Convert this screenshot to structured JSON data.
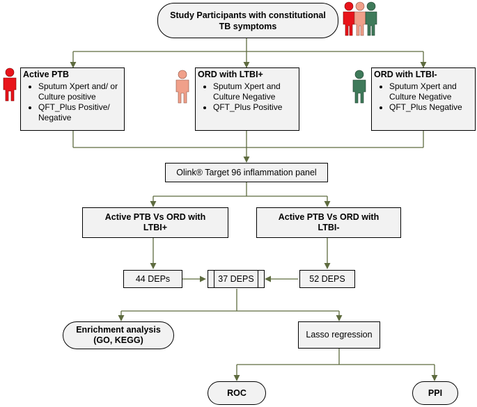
{
  "top": {
    "line1": "Study Participants with constitutional",
    "line2": "TB symptoms"
  },
  "groups": [
    {
      "title": "Active PTB",
      "items": [
        "Sputum Xpert and/ or Culture positive",
        "QFT_Plus Positive/ Negative"
      ],
      "icon_color": "#e8141b"
    },
    {
      "title": "ORD with LTBI+",
      "items": [
        "Sputum Xpert and Culture Negative",
        "QFT_Plus Positive"
      ],
      "icon_color": "#f0a08a"
    },
    {
      "title": "ORD with LTBI-",
      "items": [
        "Sputum Xpert and Culture Negative",
        "QFT_Plus Negative"
      ],
      "icon_color": "#3f7a5a"
    }
  ],
  "panel": "Olink® Target 96 inflammation panel",
  "comparisons": [
    {
      "line1": "Active PTB Vs ORD with",
      "line2": "LTBI+"
    },
    {
      "line1": "Active PTB Vs ORD with",
      "line2": "LTBI-"
    }
  ],
  "deps": {
    "left": "44 DEPs",
    "center": "37 DEPS",
    "right": "52 DEPS"
  },
  "enrichment": {
    "line1": "Enrichment  analysis",
    "line2": "(GO, KEGG)"
  },
  "lasso": "Lasso regression",
  "roc": "ROC",
  "ppi": "PPI",
  "colors": {
    "arrow": "#5e6b3f",
    "box_fill": "#f2f2f2",
    "red": "#e8141b",
    "salmon": "#f0a08a",
    "green": "#3f7a5a"
  }
}
